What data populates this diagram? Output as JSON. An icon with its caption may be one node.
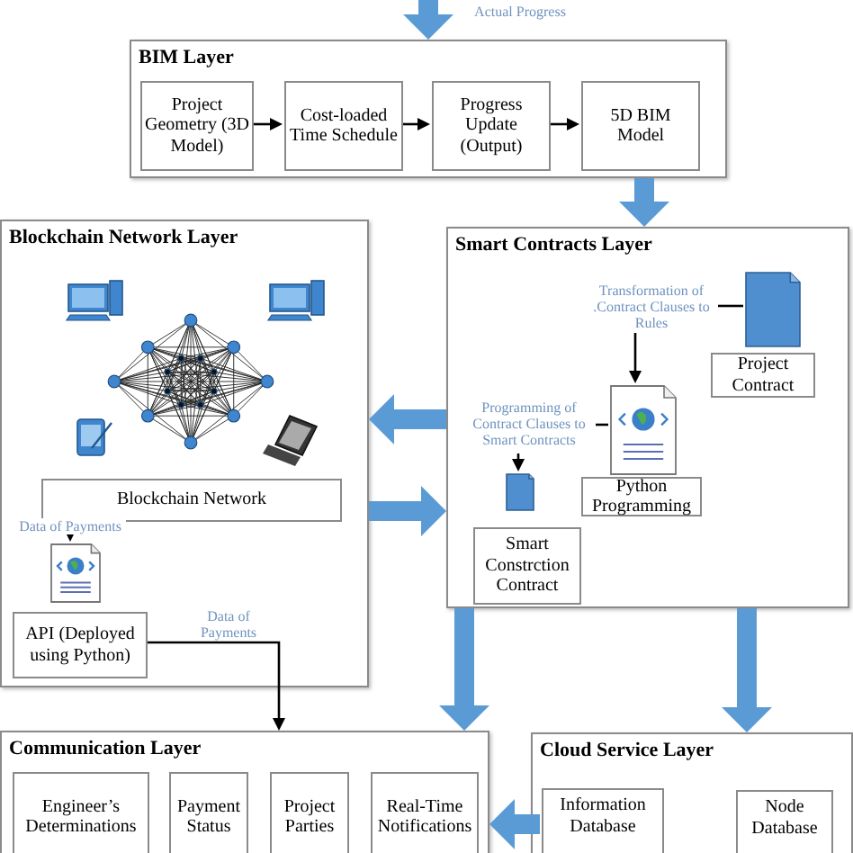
{
  "diagram": {
    "nodes": [
      {
        "text": [
          "BIM Layer"
        ]
      },
      {
        "text": [
          "Project Geometry (3D Model)"
        ],
        "in": 0
      },
      {
        "text": [
          "Cost-loaded Time Schedule"
        ],
        "in": 0
      },
      {
        "text": [
          "Progress Update (Output)"
        ],
        "in": 0
      },
      {
        "text": [
          "5D BIM Model"
        ],
        "in": 0
      },
      {
        "text": [
          "Blockchain Network Layer"
        ]
      },
      {
        "text": [
          "Blockchain Network"
        ],
        "in": 5
      },
      {
        "text": [],
        "shape": "document",
        "in": 5
      },
      {
        "text": [
          "API (Deployed using Python)"
        ],
        "in": 5
      },
      {
        "text": [
          "Smart Contracts Layer"
        ]
      },
      {
        "text": [
          "Transformation of .Contract Clauses to Rules"
        ],
        "in": 9
      },
      {
        "text": [],
        "shape": "document",
        "in": 9
      },
      {
        "text": [
          "Project Contract"
        ],
        "in": 9
      },
      {
        "text": [],
        "shape": "document",
        "in": 9
      },
      {
        "text": [
          "Python Programming"
        ],
        "in": 9
      },
      {
        "text": [
          "Programming of Contract Clauses to Smart Contracts"
        ],
        "in": 9
      },
      {
        "text": [],
        "shape": "document",
        "in": 9
      },
      {
        "text": [
          "Smart Constrction Contract"
        ],
        "in": 9
      },
      {
        "text": [
          "Communication Layer"
        ]
      },
      {
        "text": [
          "Engineer’s Determinations"
        ],
        "in": 18
      },
      {
        "text": [
          "Payment Status"
        ],
        "in": 18
      },
      {
        "text": [
          "Project Parties"
        ],
        "in": 18
      },
      {
        "text": [
          "Real-Time Notifications"
        ],
        "in": 18
      },
      {
        "text": [
          "Cloud Service Layer"
        ]
      },
      {
        "text": [
          "Information Database"
        ],
        "in": 23
      },
      {
        "text": [
          "Node Database"
        ],
        "in": 23
      }
    ],
    "edges": [
      {
        "from": null,
        "to": 0,
        "arrow": "to",
        "label": "Actual Progress",
        "style": "thick",
        "color": "#5b9bd5"
      },
      {
        "from": 1,
        "to": 2,
        "arrow": "to"
      },
      {
        "from": 2,
        "to": 3,
        "arrow": "to"
      },
      {
        "from": 3,
        "to": 4,
        "arrow": "to"
      },
      {
        "from": 0,
        "to": 9,
        "arrow": "to",
        "style": "thick",
        "color": "#5b9bd5"
      },
      {
        "from": 9,
        "to": 5,
        "arrow": "to",
        "style": "thick",
        "color": "#5b9bd5"
      },
      {
        "from": 5,
        "to": 9,
        "arrow": "to",
        "style": "thick",
        "color": "#5b9bd5"
      },
      {
        "from": 6,
        "to": 7,
        "arrow": "to",
        "label": "Data of Payments"
      },
      {
        "from": 8,
        "to": 18,
        "arrow": "to",
        "label": "Data of Payments"
      },
      {
        "from": 10,
        "to": 11,
        "arrow": "none"
      },
      {
        "from": 10,
        "to": 13,
        "arrow": "to"
      },
      {
        "from": 15,
        "to": 13,
        "arrow": "none"
      },
      {
        "from": 15,
        "to": 16,
        "arrow": "to"
      },
      {
        "from": 9,
        "to": 18,
        "arrow": "to",
        "style": "thick",
        "color": "#5b9bd5"
      },
      {
        "from": 9,
        "to": 23,
        "arrow": "to",
        "style": "thick",
        "color": "#5b9bd5"
      },
      {
        "from": 24,
        "to": 18,
        "arrow": "to",
        "style": "thick",
        "color": "#5b9bd5"
      }
    ]
  }
}
